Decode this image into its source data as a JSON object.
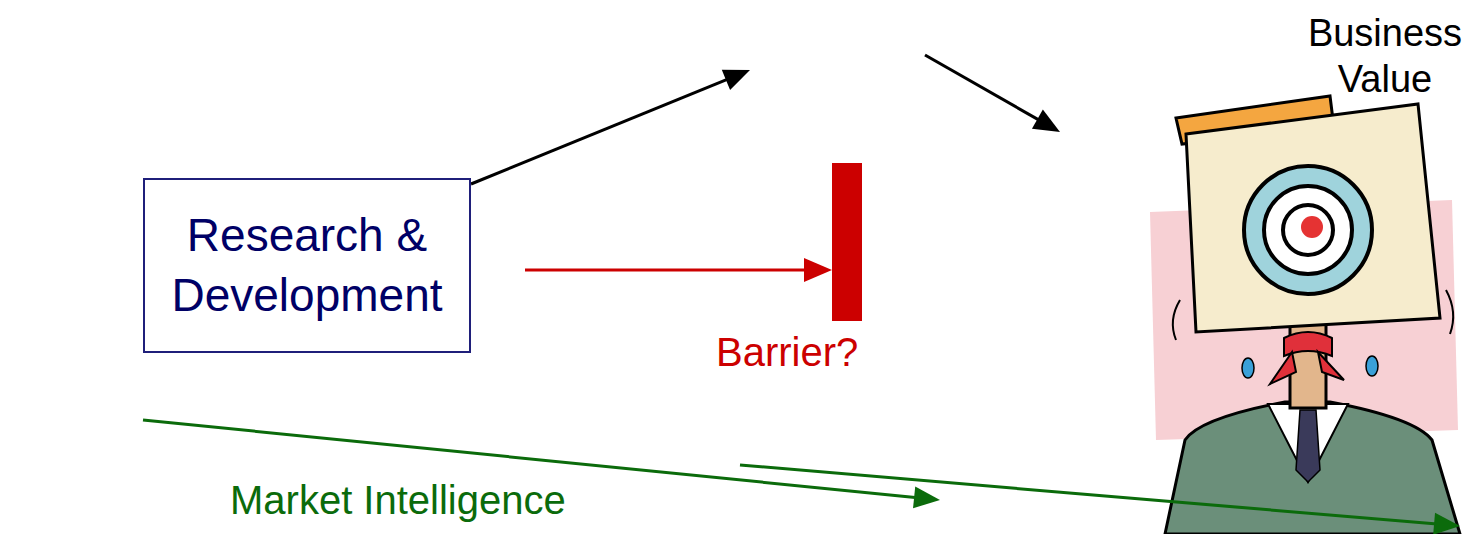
{
  "diagram": {
    "nodes": [
      {
        "text": [
          "Research & Development"
        ]
      },
      {
        "text": [
          "Business Value"
        ]
      }
    ],
    "edges": [
      {
        "from": 0,
        "to": 1,
        "arrow": "to"
      },
      {
        "from": 1,
        "to": 0,
        "arrow": "to",
        "label": "Market Intelligence"
      }
    ],
    "labels": [
      "Barrier?"
    ]
  }
}
